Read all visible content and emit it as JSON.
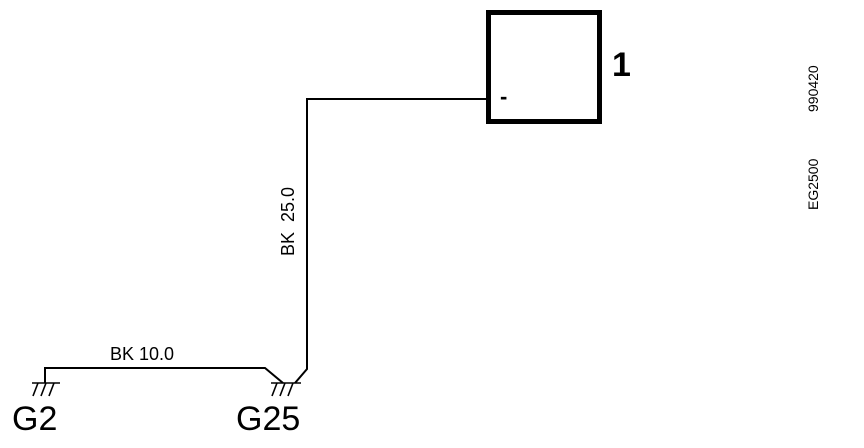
{
  "component": {
    "number": "1",
    "terminal": "-"
  },
  "wires": {
    "vertical": {
      "color": "BK",
      "gauge": "25.0",
      "label": "BK  25.0"
    },
    "horizontal": {
      "color": "BK",
      "gauge": "10.0",
      "label": "BK 10.0"
    }
  },
  "grounds": {
    "g2": "G2",
    "g25": "G25"
  },
  "codes": {
    "diagram": "EG2500",
    "date": "990420"
  }
}
